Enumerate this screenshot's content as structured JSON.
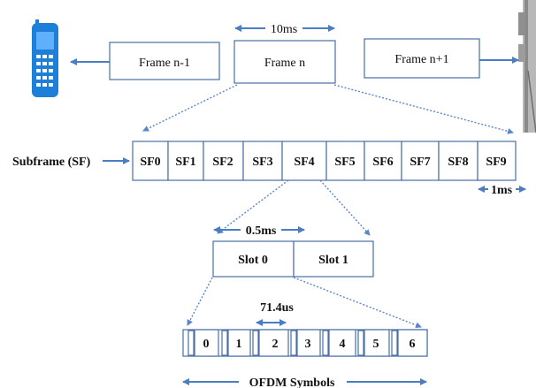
{
  "colors": {
    "box_border": "#4a6fa5",
    "arrow": "#4a7ec2",
    "phone_body": "#1e7fd8",
    "phone_key": "#ffffff",
    "tower": "#9a9a9a"
  },
  "icons": {
    "phone": "mobile-phone-icon",
    "tower": "cell-tower-icon"
  },
  "frames": {
    "duration": "10ms",
    "items": [
      "Frame n-1",
      "Frame n",
      "Frame n+1"
    ]
  },
  "subframes": {
    "label": "Subframe (SF)",
    "items": [
      "SF0",
      "SF1",
      "SF2",
      "SF3",
      "SF4",
      "SF5",
      "SF6",
      "SF7",
      "SF8",
      "SF9"
    ],
    "duration": "1ms"
  },
  "slots": {
    "duration": "0.5ms",
    "items": [
      "Slot 0",
      "Slot 1"
    ]
  },
  "symbols": {
    "duration": "71.4us",
    "items": [
      "0",
      "1",
      "2",
      "3",
      "4",
      "5",
      "6"
    ],
    "label": "OFDM Symbols"
  }
}
